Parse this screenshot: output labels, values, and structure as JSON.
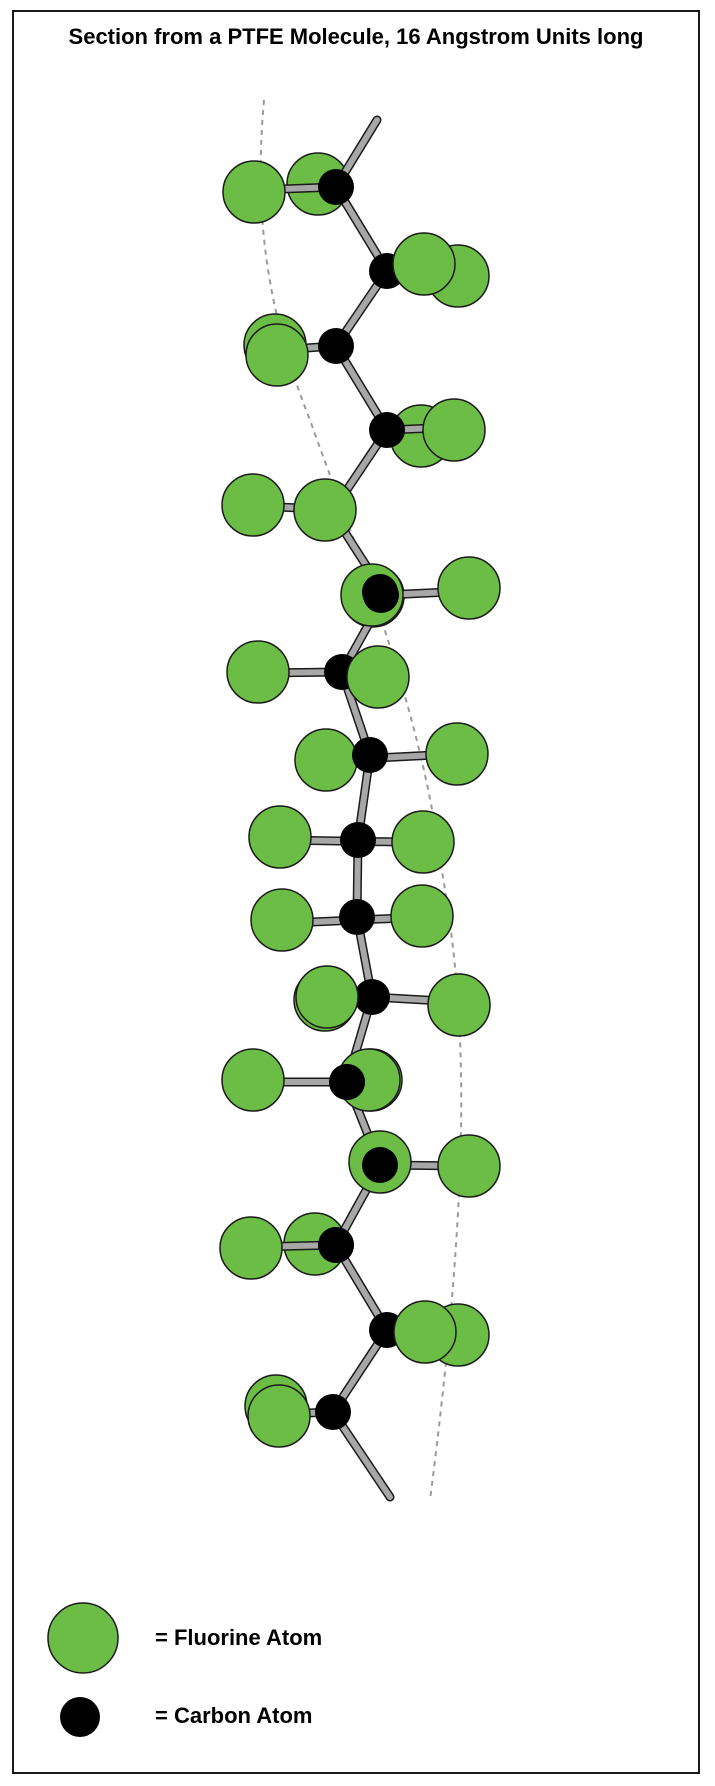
{
  "title": "Section from a PTFE Molecule, 16 Angstrom Units long",
  "legend": {
    "fluorine_label": "= Fluorine Atom",
    "carbon_label": "= Carbon Atom"
  },
  "colors": {
    "fluorine": "#6cbd45",
    "carbon": "#000000",
    "bond": "#a7a7a7",
    "helix_guide": "#9a9a9a"
  }
}
